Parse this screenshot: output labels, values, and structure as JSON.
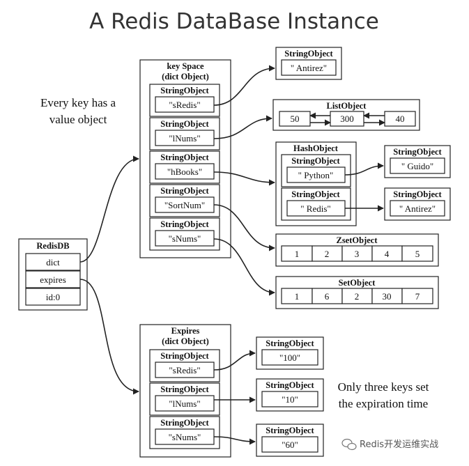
{
  "title": "A Redis DataBase Instance",
  "notes": {
    "every_key": [
      "Every key has a",
      "value object"
    ],
    "only_three": [
      "Only three keys set",
      "the expiration time"
    ]
  },
  "redis_db": {
    "header": "RedisDB",
    "fields": [
      "dict",
      "expires",
      "id:0"
    ]
  },
  "key_space": {
    "header": [
      "key Space",
      "(dict Object)"
    ],
    "entries": [
      {
        "type": "StringObject",
        "key": "\"sRedis\""
      },
      {
        "type": "StringObject",
        "key": "\"lNums\""
      },
      {
        "type": "StringObject",
        "key": "\"hBooks\""
      },
      {
        "type": "StringObject",
        "key": "\"SortNum\""
      },
      {
        "type": "StringObject",
        "key": "\"sNums\""
      }
    ]
  },
  "values": {
    "string": {
      "header": "StringObject",
      "value": "\" Antirez\""
    },
    "list": {
      "header": "ListObject",
      "items": [
        "50",
        "300",
        "40"
      ]
    },
    "hash": {
      "header": "HashObject",
      "fields": [
        {
          "type": "StringObject",
          "key": "\" Python\"",
          "value_header": "StringObject",
          "value": "\" Guido\""
        },
        {
          "type": "StringObject",
          "key": "\" Redis\"",
          "value_header": "StringObject",
          "value": "\" Antirez\""
        }
      ]
    },
    "zset": {
      "header": "ZsetObject",
      "items": [
        "1",
        "2",
        "3",
        "4",
        "5"
      ]
    },
    "set": {
      "header": "SetObject",
      "items": [
        "1",
        "6",
        "2",
        "30",
        "7"
      ]
    }
  },
  "expires": {
    "header": [
      "Expires",
      "(dict Object)"
    ],
    "entries": [
      {
        "type": "StringObject",
        "key": "\"sRedis\"",
        "value_header": "StringObject",
        "value": "\"100\""
      },
      {
        "type": "StringObject",
        "key": "\"lNums\"",
        "value_header": "StringObject",
        "value": "\"10\""
      },
      {
        "type": "StringObject",
        "key": "\"sNums\"",
        "value_header": "StringObject",
        "value": "\"60\""
      }
    ]
  },
  "watermark": "Redis开发运维实战",
  "watermark_icon": "wechat-icon"
}
